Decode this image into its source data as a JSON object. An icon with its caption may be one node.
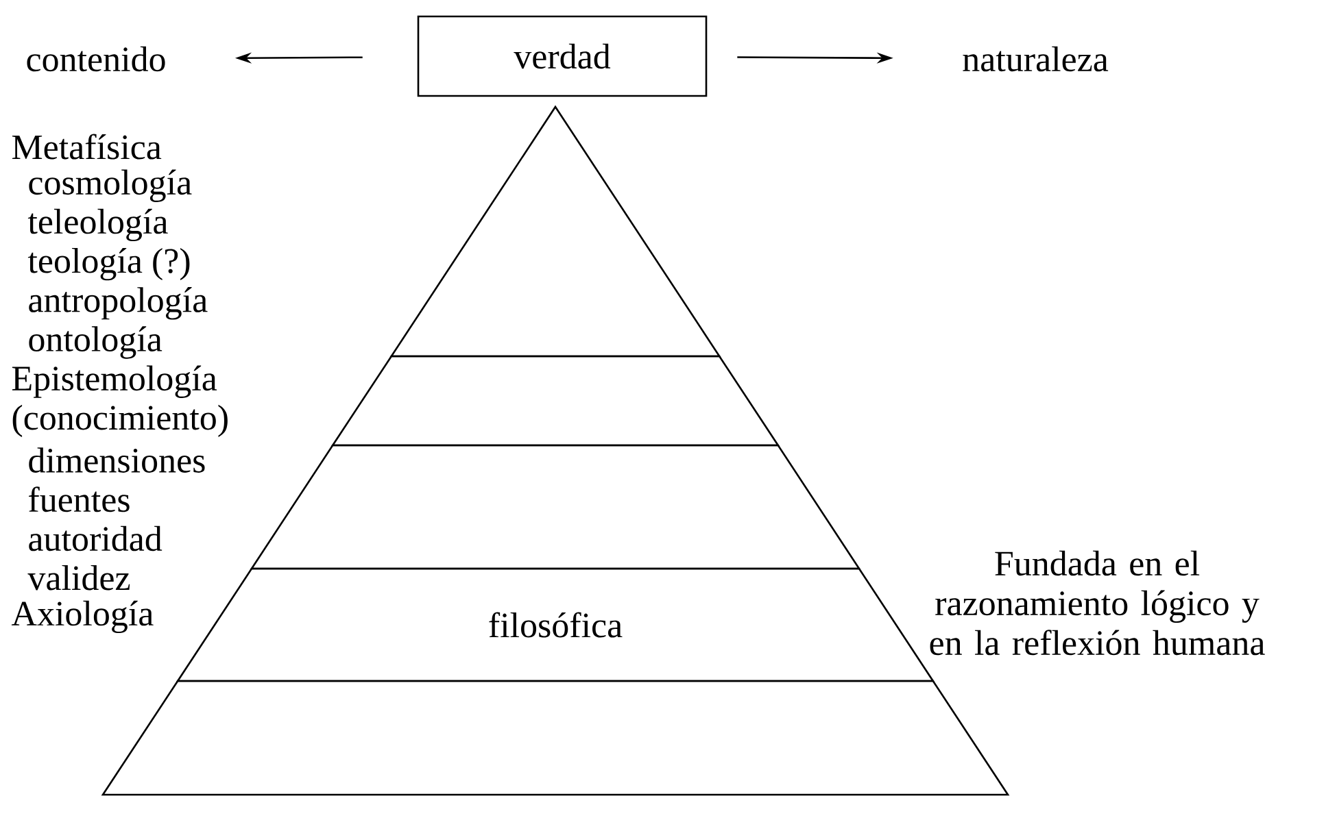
{
  "diagram": {
    "nodes": [
      {
        "text": [
          "contenido"
        ]
      },
      {
        "text": [
          "verdad"
        ]
      },
      {
        "text": [
          "naturaleza"
        ]
      },
      {
        "text": [],
        "shape": "triangle"
      },
      {
        "text": [],
        "shape": "band"
      },
      {
        "text": [],
        "shape": "band"
      },
      {
        "text": [
          "filosófica"
        ]
      },
      {
        "text": [],
        "shape": "band"
      }
    ],
    "edges": [
      {
        "from": 1,
        "to": 0,
        "arrow": "to"
      },
      {
        "from": 1,
        "to": 2,
        "arrow": "to"
      }
    ],
    "labels": [
      "Metafísica",
      "cosmología",
      "teleología",
      "teología (?)",
      "antropología",
      "ontología",
      "Epistemología",
      "(conocimiento)",
      "dimensiones",
      "fuentes",
      "autoridad",
      "validez",
      "Axiología",
      "Fundada en el razonamiento lógico y en la reflexión humana"
    ]
  }
}
